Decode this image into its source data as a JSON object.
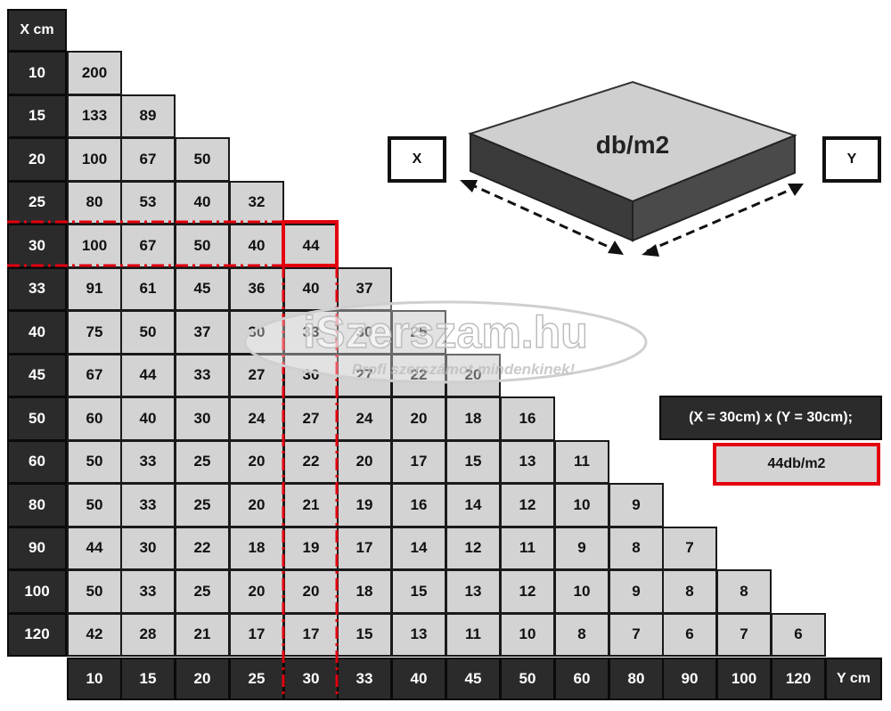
{
  "table": {
    "x_header": "X cm",
    "y_header": "Y cm",
    "x_values": [
      "10",
      "15",
      "20",
      "25",
      "30",
      "33",
      "40",
      "45",
      "50",
      "60",
      "80",
      "90",
      "100",
      "120"
    ],
    "y_values": [
      "10",
      "15",
      "20",
      "25",
      "30",
      "33",
      "40",
      "45",
      "50",
      "60",
      "80",
      "90",
      "100",
      "120"
    ],
    "rows": [
      [
        "200"
      ],
      [
        "133",
        "89"
      ],
      [
        "100",
        "67",
        "50"
      ],
      [
        "80",
        "53",
        "40",
        "32"
      ],
      [
        "100",
        "67",
        "50",
        "40",
        "44"
      ],
      [
        "91",
        "61",
        "45",
        "36",
        "40",
        "37"
      ],
      [
        "75",
        "50",
        "37",
        "30",
        "33",
        "30",
        "25"
      ],
      [
        "67",
        "44",
        "33",
        "27",
        "30",
        "27",
        "22",
        "20"
      ],
      [
        "60",
        "40",
        "30",
        "24",
        "27",
        "24",
        "20",
        "18",
        "16"
      ],
      [
        "50",
        "33",
        "25",
        "20",
        "22",
        "20",
        "17",
        "15",
        "13",
        "11"
      ],
      [
        "50",
        "33",
        "25",
        "20",
        "21",
        "19",
        "16",
        "14",
        "12",
        "10",
        "9"
      ],
      [
        "44",
        "30",
        "22",
        "18",
        "19",
        "17",
        "14",
        "12",
        "11",
        "9",
        "8",
        "7"
      ],
      [
        "50",
        "33",
        "25",
        "20",
        "20",
        "18",
        "15",
        "13",
        "12",
        "10",
        "9",
        "8",
        "8"
      ],
      [
        "42",
        "28",
        "21",
        "17",
        "17",
        "15",
        "13",
        "11",
        "10",
        "8",
        "7",
        "6",
        "7",
        "6"
      ]
    ],
    "highlight": {
      "row": 4,
      "col": 4
    }
  },
  "diagram": {
    "slab_label": "db/m2",
    "x_label": "X",
    "y_label": "Y"
  },
  "example": {
    "equation": "(X = 30cm) x (Y = 30cm);",
    "result": "44db/m2"
  },
  "watermark": {
    "brand": "iSzerszam.hu",
    "tagline": "Profi szerszámot mindenkinek!"
  },
  "colors": {
    "dark_cell": "#2b2b2b",
    "light_cell": "#d3d3d3",
    "highlight": "#e3000f"
  }
}
